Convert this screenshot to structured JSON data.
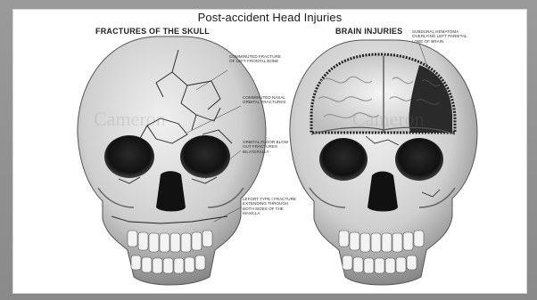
{
  "slide": {
    "title": "Post-accident Head Injuries",
    "left_heading": "FRACTURES OF THE SKULL",
    "right_heading": "BRAIN INJURIES"
  },
  "labels": {
    "l1": "COMMINUTED FRACTURE OF LEFT FRONTAL BONE",
    "l2": "COMMINUTED NASAL ORBITAL FRACTURES",
    "l3": "ORBITAL FLOOR BLOW OUT FRACTURES BILATERALLY",
    "l4": "LEFORT TYPE I FRACTURE EXTENDING THROUGH BOTH SIDES OF THE MAXILLA",
    "r1": "SUBDURAL HEMATOMA OVERLYING LEFT PARIETAL LOBE OF BRAIN"
  },
  "watermark": {
    "text": "Cameron"
  },
  "colors": {
    "frame": "#8e8e8e",
    "slide": "#ffffff",
    "bone": "#e2e2e2",
    "shade": "#6a6a6a",
    "dark": "#151515"
  },
  "icons": [
    "skull-fracture-illustration",
    "skull-brain-injury-illustration"
  ]
}
